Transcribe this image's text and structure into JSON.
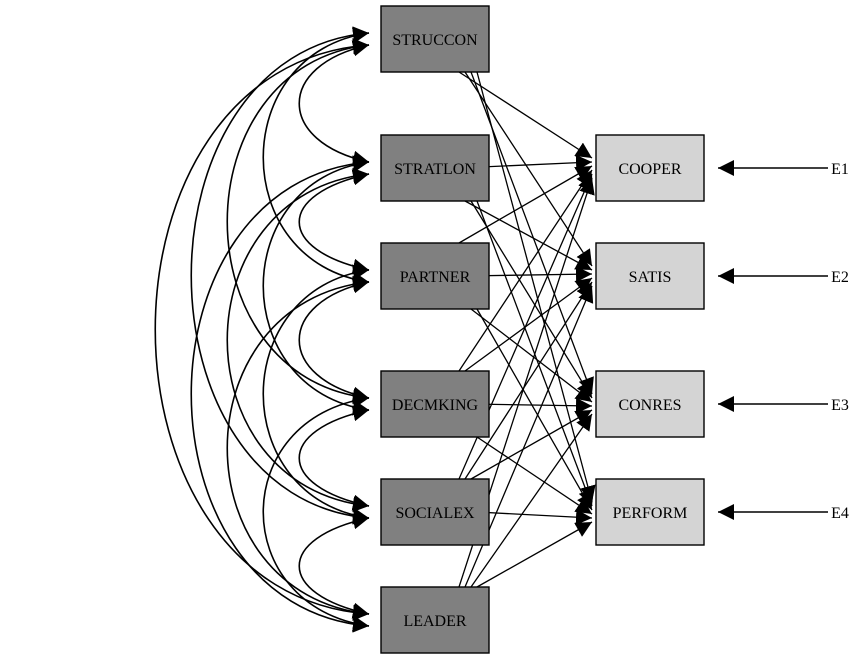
{
  "colors": {
    "exogenous_fill": "#808080",
    "endogenous_fill": "#d4d4d4",
    "stroke": "#000000"
  },
  "exogenous": [
    {
      "id": "STRUCCON",
      "label": "STRUCCON"
    },
    {
      "id": "STRATLON",
      "label": "STRATLON"
    },
    {
      "id": "PARTNER",
      "label": "PARTNER"
    },
    {
      "id": "DECMKING",
      "label": "DECMKING"
    },
    {
      "id": "SOCIALEX",
      "label": "SOCIALEX"
    },
    {
      "id": "LEADER",
      "label": "LEADER"
    }
  ],
  "endogenous": [
    {
      "id": "COOPER",
      "label": "COOPER"
    },
    {
      "id": "SATIS",
      "label": "SATIS"
    },
    {
      "id": "CONRES",
      "label": "CONRES"
    },
    {
      "id": "PERFORM",
      "label": "PERFORM"
    }
  ],
  "errors": [
    {
      "id": "E1",
      "label": "E1",
      "target": "COOPER"
    },
    {
      "id": "E2",
      "label": "E2",
      "target": "SATIS"
    },
    {
      "id": "E3",
      "label": "E3",
      "target": "CONRES"
    },
    {
      "id": "E4",
      "label": "E4",
      "target": "PERFORM"
    }
  ],
  "paths": [
    [
      "STRUCCON",
      "COOPER"
    ],
    [
      "STRUCCON",
      "SATIS"
    ],
    [
      "STRUCCON",
      "CONRES"
    ],
    [
      "STRUCCON",
      "PERFORM"
    ],
    [
      "STRATLON",
      "COOPER"
    ],
    [
      "STRATLON",
      "SATIS"
    ],
    [
      "STRATLON",
      "CONRES"
    ],
    [
      "STRATLON",
      "PERFORM"
    ],
    [
      "PARTNER",
      "COOPER"
    ],
    [
      "PARTNER",
      "SATIS"
    ],
    [
      "PARTNER",
      "CONRES"
    ],
    [
      "PARTNER",
      "PERFORM"
    ],
    [
      "DECMKING",
      "COOPER"
    ],
    [
      "DECMKING",
      "SATIS"
    ],
    [
      "DECMKING",
      "CONRES"
    ],
    [
      "DECMKING",
      "PERFORM"
    ],
    [
      "SOCIALEX",
      "COOPER"
    ],
    [
      "SOCIALEX",
      "SATIS"
    ],
    [
      "SOCIALEX",
      "CONRES"
    ],
    [
      "SOCIALEX",
      "PERFORM"
    ],
    [
      "LEADER",
      "COOPER"
    ],
    [
      "LEADER",
      "SATIS"
    ],
    [
      "LEADER",
      "CONRES"
    ],
    [
      "LEADER",
      "PERFORM"
    ]
  ],
  "covariances": [
    [
      "STRUCCON",
      "STRATLON"
    ],
    [
      "STRUCCON",
      "PARTNER"
    ],
    [
      "STRUCCON",
      "DECMKING"
    ],
    [
      "STRUCCON",
      "SOCIALEX"
    ],
    [
      "STRUCCON",
      "LEADER"
    ],
    [
      "STRATLON",
      "PARTNER"
    ],
    [
      "STRATLON",
      "DECMKING"
    ],
    [
      "STRATLON",
      "SOCIALEX"
    ],
    [
      "STRATLON",
      "LEADER"
    ],
    [
      "PARTNER",
      "DECMKING"
    ],
    [
      "PARTNER",
      "SOCIALEX"
    ],
    [
      "PARTNER",
      "LEADER"
    ],
    [
      "DECMKING",
      "SOCIALEX"
    ],
    [
      "DECMKING",
      "LEADER"
    ],
    [
      "SOCIALEX",
      "LEADER"
    ]
  ]
}
